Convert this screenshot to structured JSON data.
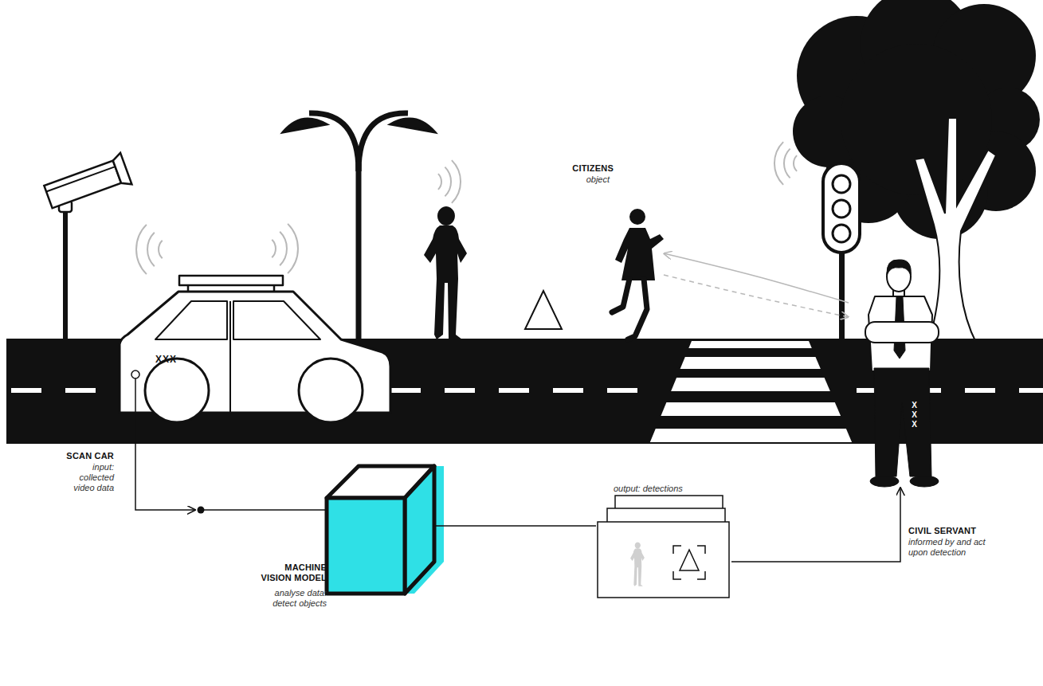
{
  "diagram": {
    "nodes": [
      {
        "text": [
          "XXX",
          "SCAN CAR",
          "input: collected video data"
        ]
      },
      {
        "text": [
          "CITIZENS",
          "object"
        ]
      },
      {
        "text": [
          "XXX",
          "CIVIL SERVANT",
          "informed by and act upon detection"
        ]
      },
      {
        "text": [
          "MACHINE VISION MODEL",
          "analyse data: detect objects"
        ]
      },
      {
        "text": [
          "output: detections"
        ]
      }
    ],
    "edges": [
      {
        "from": 0,
        "to": 3,
        "arrow": "to"
      },
      {
        "from": 3,
        "to": 4,
        "arrow": "none"
      },
      {
        "from": 4,
        "to": 2,
        "arrow": "to"
      },
      {
        "from": 2,
        "to": 1,
        "arrow": "to"
      },
      {
        "from": 1,
        "to": 2,
        "arrow": "to"
      }
    ]
  }
}
